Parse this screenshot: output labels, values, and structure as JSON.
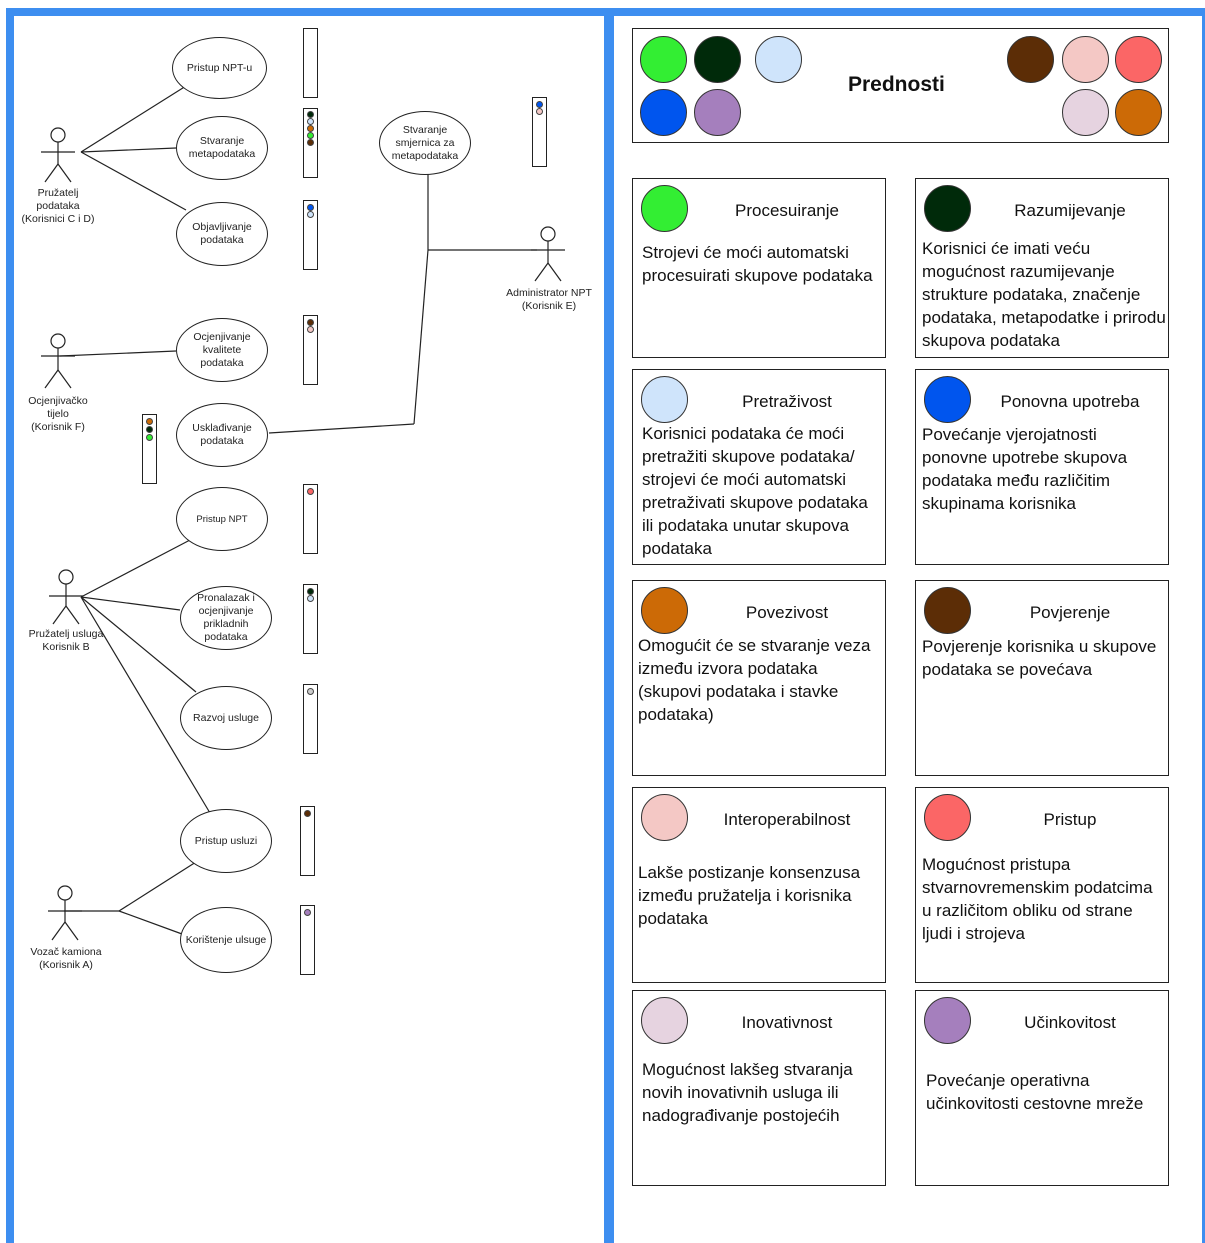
{
  "colors": {
    "frame": "#3d8ef0",
    "bright_green": "#33ee33",
    "dark_green": "#002a0a",
    "light_blue": "#cfe4fb",
    "blue": "#0055ee",
    "purple": "#a57fbd",
    "brown": "#5c2d06",
    "pink": "#f4c8c5",
    "red": "#fb6666",
    "light_pink": "#e6d3e0",
    "orange": "#cc6a06",
    "gray": "#cccccc"
  },
  "diagram": {
    "actors": [
      {
        "label": "Pružatelj\npodataka\n(Korisnici C i D)"
      },
      {
        "label": "Ocjenjivačko\ntijelo\n(Korisnik F)"
      },
      {
        "label": "Pružatelj usluga\nKorisnik B"
      },
      {
        "label": "Vozač kamiona\n(Korisnik A)"
      },
      {
        "label": "Administrator NPT\n(Korisnik E)"
      }
    ],
    "use_cases": [
      {
        "label": "Pristup NPT-u"
      },
      {
        "label": "Stvaranje\nmetapodataka"
      },
      {
        "label": "Objavljivanje\npodataka"
      },
      {
        "label": "Ocjenjivanje\nkvalitete\npodataka"
      },
      {
        "label": "Usklađivanje\npodataka"
      },
      {
        "label": "Pristup NPT"
      },
      {
        "label": "Pronalazak i\nocjenjivanje\nprikladnih\npodataka"
      },
      {
        "label": "Razvoj usluge"
      },
      {
        "label": "Pristup usluzi"
      },
      {
        "label": "Korištenje ulsuge"
      },
      {
        "label": "Stvaranje\nsmjernica za\nmetapodataka"
      }
    ]
  },
  "header": {
    "title": "Prednosti"
  },
  "cards": [
    {
      "title": "Procesuiranje",
      "text": "Strojevi će moći automatski procesuirati skupove podataka",
      "color": "#33ee33"
    },
    {
      "title": "Razumijevanje",
      "text": "Korisnici će imati veću mogućnost razumijevanje strukture podataka, značenje podataka, metapodatke i prirodu skupova podataka",
      "color": "#002a0a"
    },
    {
      "title": "Pretraživost",
      "text": "Korisnici podataka će moći pretražiti skupove podataka/ strojevi će moći automatski pretraživati skupove podataka ili podataka unutar skupova podataka",
      "color": "#cfe4fb"
    },
    {
      "title": "Ponovna upotreba",
      "text": "Povećanje vjerojatnosti ponovne upotrebe skupova podataka među različitim skupinama korisnika",
      "color": "#0055ee"
    },
    {
      "title": "Povezivost",
      "text": "Omogućit će se stvaranje veza između izvora podataka (skupovi podataka i  stavke podataka)",
      "color": "#cc6a06"
    },
    {
      "title": "Povjerenje",
      "text": "Povjerenje korisnika u skupove podataka se povećava",
      "color": "#5c2d06"
    },
    {
      "title": "Interoperabilnost",
      "text": "Lakše postizanje konsenzusa između pružatelja i korisnika podataka",
      "color": "#f4c8c5"
    },
    {
      "title": "Pristup",
      "text": "Mogućnost pristupa stvarnovremenskim podatcima u različitom obliku od strane ljudi i strojeva",
      "color": "#fb6666"
    },
    {
      "title": "Inovativnost",
      "text": "Mogućnost lakšeg stvaranja novih inovativnih usluga ili nadograđivanje postojećih",
      "color": "#e6d3e0"
    },
    {
      "title": "Učinkovitost",
      "text": "Povećanje operativna učinkovitosti cestovne mreže",
      "color": "#a57fbd"
    }
  ]
}
